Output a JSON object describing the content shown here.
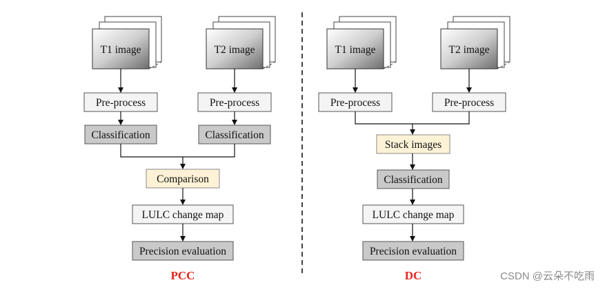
{
  "pcc": {
    "title": "PCC",
    "t1": "T1 image",
    "t2": "T2 image",
    "pre1": "Pre-process",
    "pre2": "Pre-process",
    "class1": "Classification",
    "class2": "Classification",
    "comparison": "Comparison",
    "change_map": "LULC change map",
    "precision": "Precision evaluation"
  },
  "dc": {
    "title": "DC",
    "t1": "T1 image",
    "t2": "T2 image",
    "pre1": "Pre-process",
    "pre2": "Pre-process",
    "stack": "Stack images",
    "classification": "Classification",
    "change_map": "LULC change map",
    "precision": "Precision evaluation"
  },
  "watermark": "CSDN @云朵不吃雨",
  "colors": {
    "title_red": "#e8231c",
    "box_gray": "#c9c9c9",
    "box_light": "#f4f4f4",
    "box_yellow": "#fdf2d6"
  }
}
